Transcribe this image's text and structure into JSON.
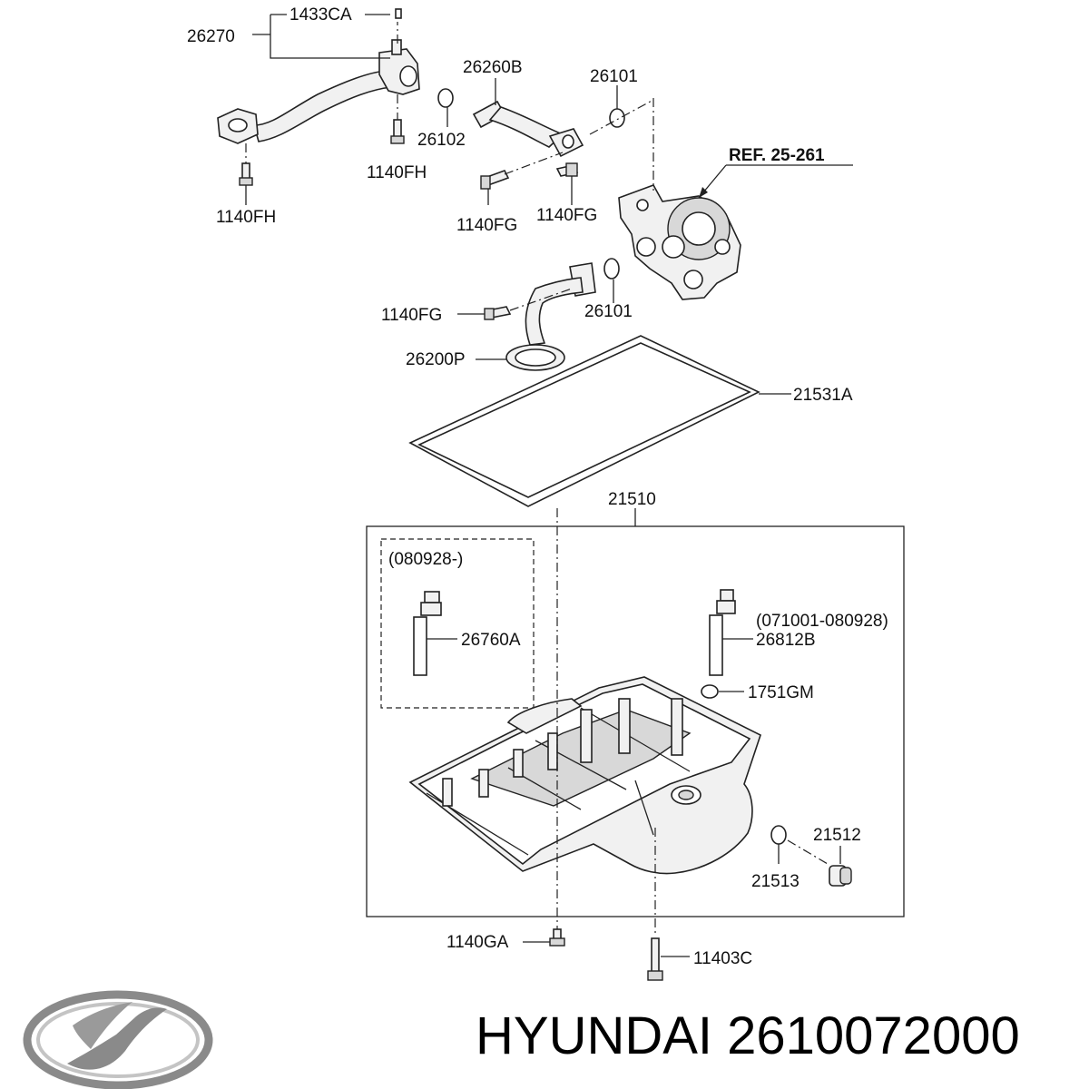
{
  "labels": {
    "l_26270": "26270",
    "l_1433CA": "1433CA",
    "l_26260B": "26260B",
    "l_26101_top": "26101",
    "l_26102": "26102",
    "l_1140FH_a": "1140FH",
    "l_1140FH_b": "1140FH",
    "l_ref": "REF. 25-261",
    "l_1140FG_a": "1140FG",
    "l_1140FG_b": "1140FG",
    "l_1140FG_c": "1140FG",
    "l_26101_mid": "26101",
    "l_26200P": "26200P",
    "l_21531A": "21531A",
    "l_21510": "21510",
    "l_080928": "(080928-)",
    "l_26760A": "26760A",
    "l_071001": "(071001-080928)",
    "l_26812B": "26812B",
    "l_1751GM": "1751GM",
    "l_21512": "21512",
    "l_21513": "21513",
    "l_1140GA": "1140GA",
    "l_11403C": "11403C"
  },
  "footer": {
    "brand": "HYUNDAI",
    "part_number": "2610072000",
    "caption": "HYUNDAI 2610072000"
  },
  "logo": {
    "name": "hyundai-logo",
    "color": "#8a8a8a"
  }
}
